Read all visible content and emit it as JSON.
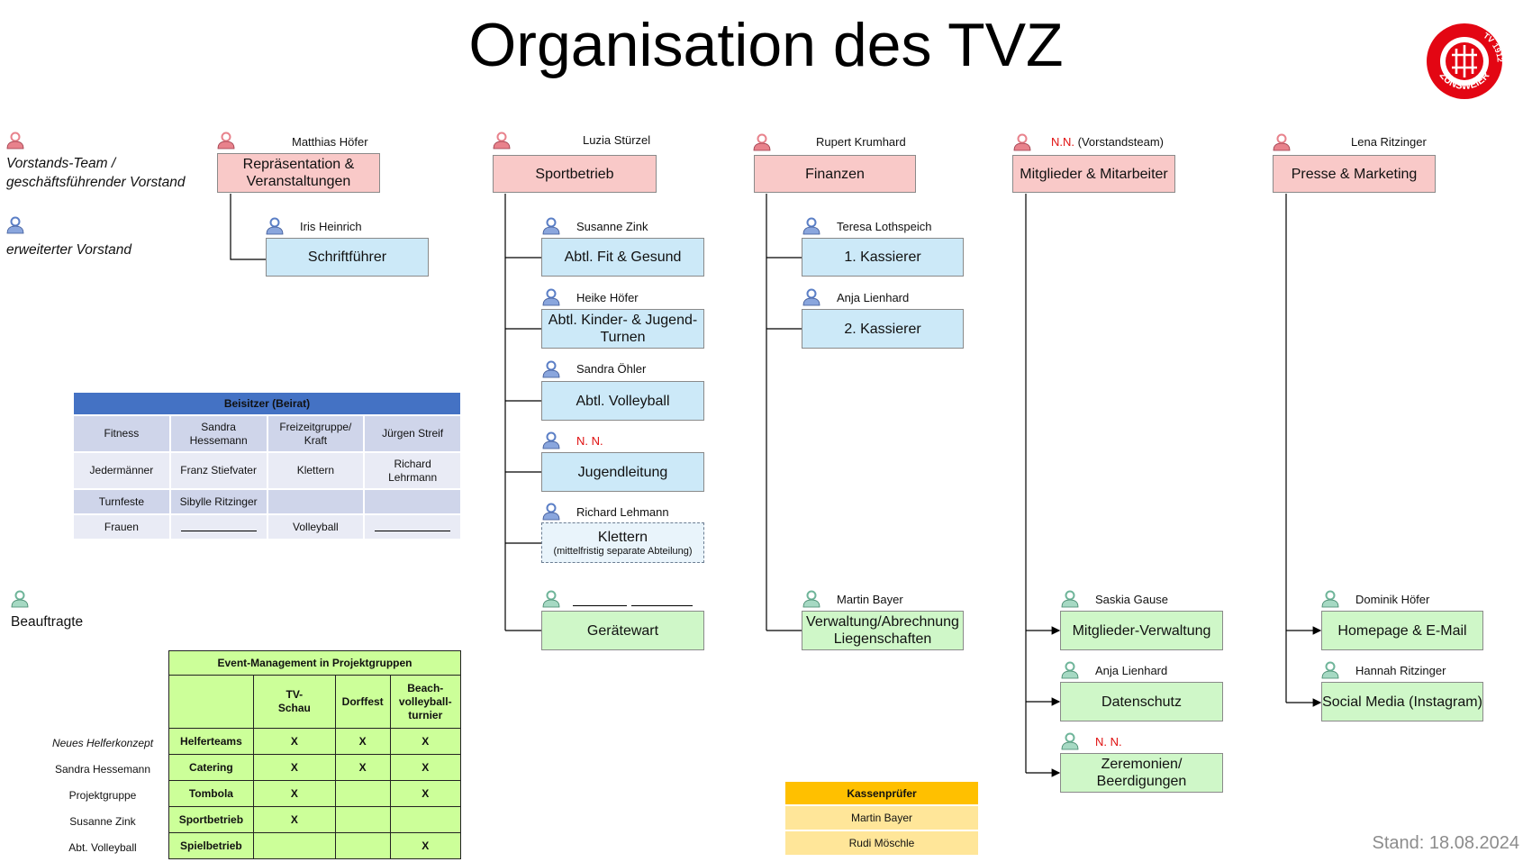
{
  "title": "Organisation des TVZ",
  "logo": {
    "text_top": "TV 1912",
    "text_bottom": "ZUNSWEIER",
    "color": "#e30613"
  },
  "legend": {
    "vorstand": "Vorstands-Team / geschäftsführender Vorstand",
    "erweitert": "erweiterter Vorstand",
    "beauftragte": "Beauftragte"
  },
  "colors": {
    "red_box": "#f9c9c8",
    "blue_box": "#cce9f8",
    "green_box": "#cff7c8",
    "icon_red": "#e8828c",
    "icon_blue": "#5b7fc6",
    "icon_green": "#6fb59a"
  },
  "columns": {
    "rep": {
      "person": "Matthias Höfer",
      "label": "Repräsentation & Veranstaltungen",
      "sub": [
        {
          "person": "Iris Heinrich",
          "label": "Schriftführer"
        }
      ]
    },
    "sport": {
      "person": "Luzia Stürzel",
      "label": "Sportbetrieb",
      "sub": [
        {
          "person": "Susanne Zink",
          "label": "Abtl. Fit & Gesund"
        },
        {
          "person": "Heike Höfer",
          "label": "Abtl. Kinder- & Jugend-Turnen"
        },
        {
          "person": "Sandra Öhler",
          "label": "Abtl. Volleyball"
        },
        {
          "person": "N. N.",
          "label": "Jugendleitung"
        },
        {
          "person": "Richard Lehmann",
          "label": "Klettern",
          "note": "(mittelfristig separate Abteilung)"
        },
        {
          "person": "",
          "label": "Gerätewart"
        }
      ]
    },
    "finanzen": {
      "person": "Rupert Krumhard",
      "label": "Finanzen",
      "sub": [
        {
          "person": "Teresa Lothspeich",
          "label": "1. Kassierer"
        },
        {
          "person": "Anja Lienhard",
          "label": "2. Kassierer"
        },
        {
          "person": "Martin Bayer",
          "label": "Verwaltung/Abrechnung Liegenschaften"
        }
      ]
    },
    "mitglieder": {
      "person_nn": "N.N.",
      "person_extra": " (Vorstandsteam)",
      "label": "Mitglieder & Mitarbeiter",
      "sub": [
        {
          "person": "Saskia Gause",
          "label": "Mitglieder-Verwaltung"
        },
        {
          "person": "Anja Lienhard",
          "label": "Datenschutz"
        },
        {
          "person": "N. N.",
          "label": "Zeremonien/ Beerdigungen"
        }
      ]
    },
    "presse": {
      "person": "Lena Ritzinger",
      "label": "Presse & Marketing",
      "sub": [
        {
          "person": "Dominik Höfer",
          "label": "Homepage &  E-Mail"
        },
        {
          "person": "Hannah Ritzinger",
          "label": "Social Media (Instagram)"
        }
      ]
    }
  },
  "beisitzer": {
    "header": "Beisitzer (Beirat)",
    "rows": [
      [
        "Fitness",
        "Sandra Hessemann",
        "Freizeitgruppe/ Kraft",
        "Jürgen Streif"
      ],
      [
        "Jedermänner",
        "Franz Stiefvater",
        "Klettern",
        "Richard Lehrmann"
      ],
      [
        "Turnfeste",
        "Sibylle Ritzinger",
        "",
        ""
      ],
      [
        "Frauen",
        "",
        "Volleyball",
        ""
      ]
    ]
  },
  "event": {
    "header": "Event-Management in Projektgruppen",
    "cols": [
      "TV-Schau",
      "Dorffest",
      "Beach-volleyball-turnier"
    ],
    "rows": [
      {
        "left": "Neues Helferkonzept",
        "name": "Helferteams",
        "marks": [
          "X",
          "X",
          "X"
        ]
      },
      {
        "left": "Sandra Hessemann",
        "name": "Catering",
        "marks": [
          "X",
          "X",
          "X"
        ]
      },
      {
        "left": "Projektgruppe",
        "name": "Tombola",
        "marks": [
          "X",
          "",
          "X"
        ]
      },
      {
        "left": "Susanne Zink",
        "name": "Sportbetrieb",
        "marks": [
          "X",
          "",
          ""
        ]
      },
      {
        "left": "Abt. Volleyball",
        "name": "Spielbetrieb",
        "marks": [
          "",
          "",
          "X"
        ]
      }
    ]
  },
  "kassenpruefer": {
    "header": "Kassenprüfer",
    "names": [
      "Martin Bayer",
      "Rudi Möschle"
    ]
  },
  "stand": "Stand: 18.08.2024"
}
